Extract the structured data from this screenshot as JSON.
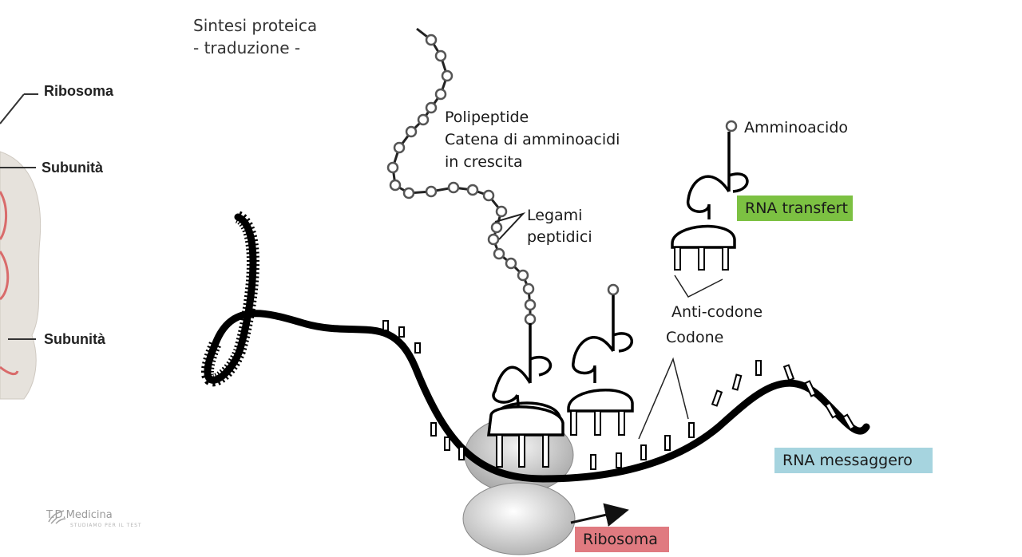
{
  "title": {
    "line1": "Sintesi proteica",
    "line2": "- traduzione -"
  },
  "left_panel": {
    "ribosome_label": "Ribosoma",
    "subunit_top_label": "Subunità",
    "subunit_bottom_label": "Subunità"
  },
  "labels": {
    "polypeptide_line1": "Polipeptide",
    "polypeptide_line2": "Catena di amminoacidi",
    "polypeptide_line3": "in crescita",
    "peptide_bonds_line1": "Legami",
    "peptide_bonds_line2": "peptidici",
    "amino_acid": "Amminoacido",
    "anticodon": "Anti-codone",
    "codon": "Codone"
  },
  "tags": {
    "trna": "RNA transfert",
    "mrna": "RNA messaggero",
    "ribosome": "Ribosoma"
  },
  "colors": {
    "trna_tag": "#7cc142",
    "mrna_tag": "#a6d4df",
    "ribosome_tag": "#e07a80"
  },
  "logo": {
    "name": "T.D.Medicina",
    "tagline": "STUDIAMO PER IL TEST"
  }
}
